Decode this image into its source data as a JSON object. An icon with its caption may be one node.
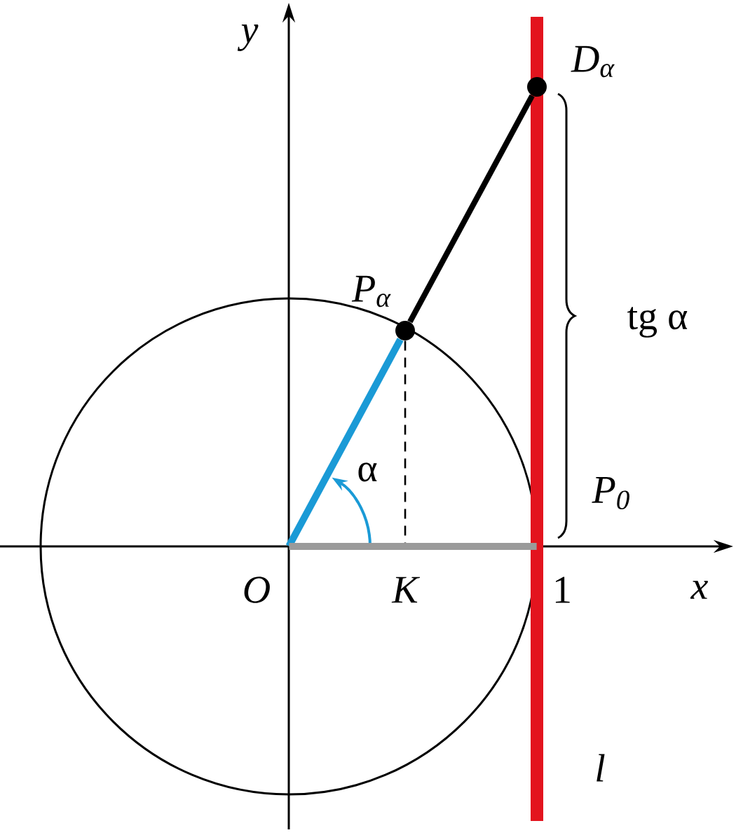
{
  "diagram": {
    "nodes": [
      {
        "text": [
          "D$_{α}$"
        ]
      },
      {
        "text": [
          "P$_{α}$"
        ]
      },
      {
        "text": [
          "P$_{0}$"
        ]
      },
      {
        "text": [
          "O"
        ]
      },
      {
        "text": [
          "K"
        ]
      }
    ],
    "edges": [
      {
        "from": 3,
        "to": 1,
        "arrow": "none",
        "color": "#1a9ad6"
      },
      {
        "from": 1,
        "to": 0,
        "arrow": "none"
      },
      {
        "from": 1,
        "to": 4,
        "arrow": "none",
        "style": "dashed"
      },
      {
        "from": 3,
        "to": 2,
        "arrow": "none",
        "color": "#9a9a9a"
      }
    ],
    "labels": [
      "y",
      "α",
      "tg α",
      "x",
      "1",
      "l"
    ]
  }
}
